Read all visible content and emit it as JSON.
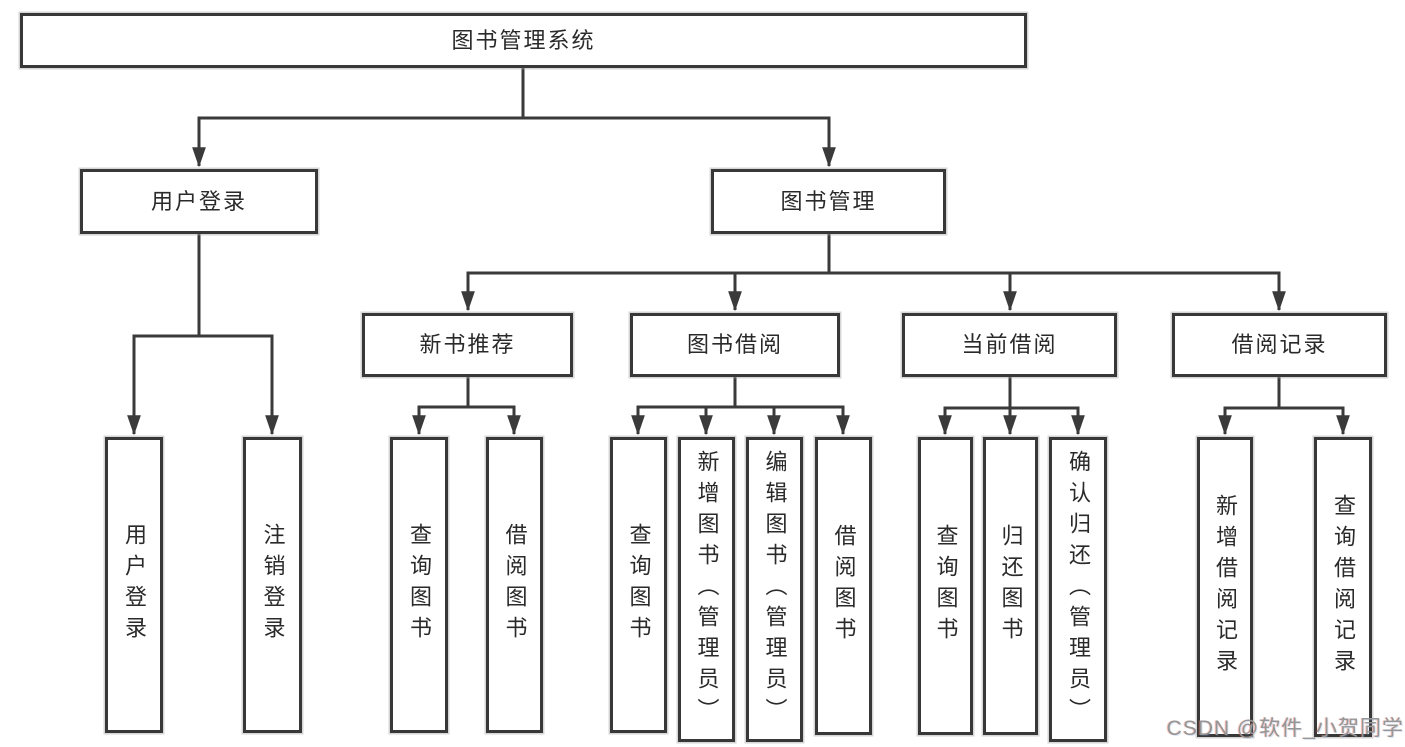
{
  "nodes": {
    "root": "图书管理系统",
    "user_login": "用户登录",
    "book_mgmt": "图书管理",
    "new_book_rec": "新书推荐",
    "book_borrow": "图书借阅",
    "current_borrow": "当前借阅",
    "borrow_record": "借阅记录",
    "leaf_user_login": "用户登录",
    "leaf_logout": "注销登录",
    "leaf_query_book_1": "查询图书",
    "leaf_borrow_book_1": "借阅图书",
    "leaf_query_book_2": "查询图书",
    "leaf_add_book": "新增图书（管理员）",
    "leaf_edit_book": "编辑图书（管理员）",
    "leaf_borrow_book_2": "借阅图书",
    "leaf_query_book_3": "查询图书",
    "leaf_return_book": "归还图书",
    "leaf_confirm_return": "确认归还（管理员）",
    "leaf_add_record": "新增借阅记录",
    "leaf_query_record": "查询借阅记录"
  },
  "watermark": {
    "text": "CSDN @软件_小贺同学"
  },
  "colors": {
    "line": "#3a3a3a",
    "box_border": "#383838",
    "text": "#2a2a2a",
    "background": "#ffffff",
    "watermark": "#969696"
  }
}
